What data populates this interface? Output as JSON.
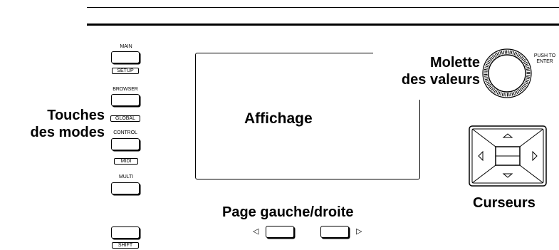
{
  "labels": {
    "mode_keys_line1": "Touches",
    "mode_keys_line2": "des modes",
    "display": "Affichage",
    "value_knob_line1": "Molette",
    "value_knob_line2": "des valeurs",
    "push_to_enter_line1": "PUSH TO",
    "push_to_enter_line2": "ENTER",
    "page_left_right": "Page gauche/droite",
    "cursors": "Curseurs"
  },
  "mode_buttons": [
    {
      "top_label": "MAIN",
      "bottom_label": "SETUP"
    },
    {
      "top_label": "BROWSER",
      "bottom_label": "GLOBAL"
    },
    {
      "top_label": "CONTROL",
      "bottom_label": "MIDI"
    },
    {
      "top_label": "MULTI",
      "bottom_label": ""
    },
    {
      "top_label": "",
      "bottom_label": "SHIFT"
    }
  ],
  "icons": {
    "page_left_arrow": "◁",
    "page_right_arrow": "▷"
  }
}
